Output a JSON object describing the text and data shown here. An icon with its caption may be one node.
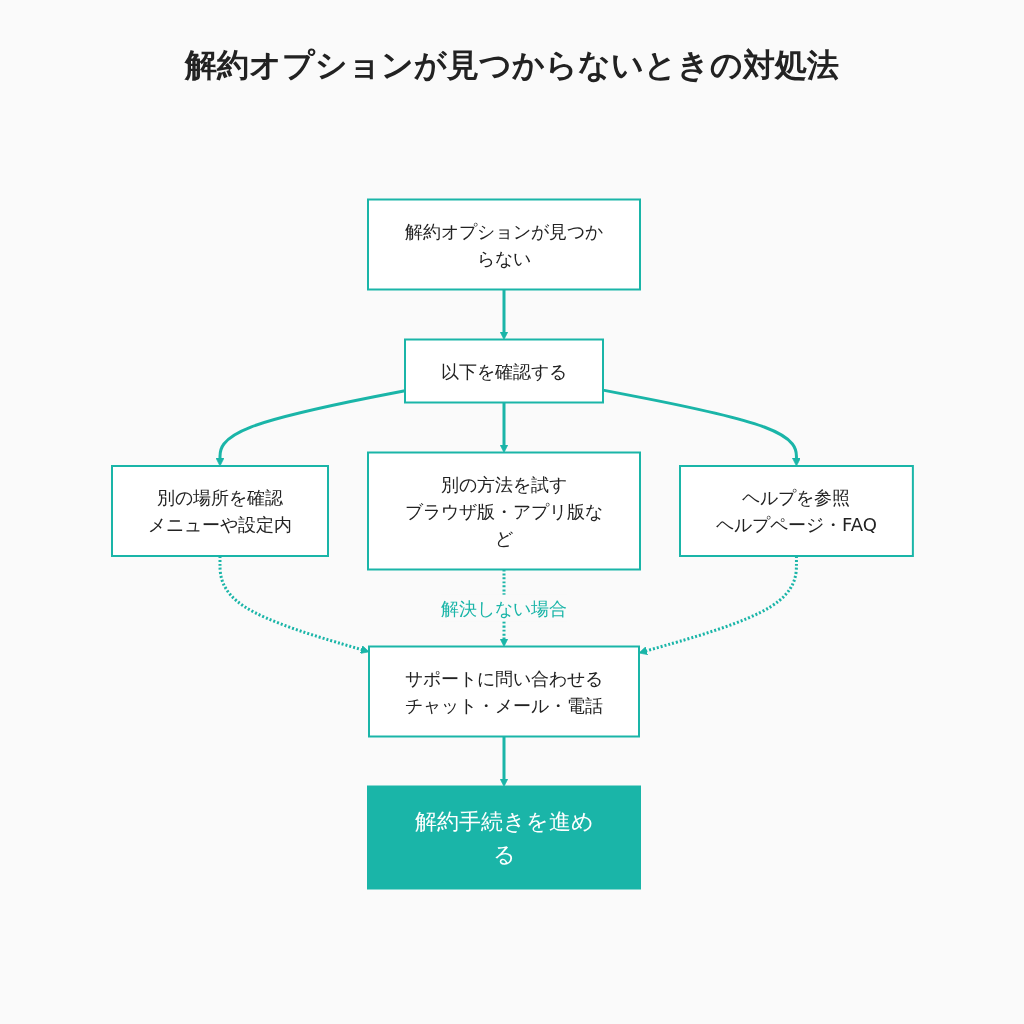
{
  "diagram": {
    "title": "解約オプションが見つからないときの対処法",
    "nodes": [
      {
        "text": [
          "解約オプションが見つからない"
        ]
      },
      {
        "text": [
          "以下を確認する"
        ]
      },
      {
        "text": [
          "別の場所を確認",
          "メニューや設定内"
        ]
      },
      {
        "text": [
          "別の方法を試す",
          "ブラウザ版・アプリ版など"
        ]
      },
      {
        "text": [
          "ヘルプを参照",
          "ヘルプページ・FAQ"
        ]
      },
      {
        "text": [
          "サポートに問い合わせる",
          "チャット・メール・電話"
        ]
      },
      {
        "text": [
          "解約手続きを進める"
        ]
      }
    ],
    "edges": [
      {
        "from": 0,
        "to": 1,
        "arrow": "to"
      },
      {
        "from": 1,
        "to": 2,
        "arrow": "to"
      },
      {
        "from": 1,
        "to": 3,
        "arrow": "to"
      },
      {
        "from": 1,
        "to": 4,
        "arrow": "to"
      },
      {
        "from": 2,
        "to": 5,
        "arrow": "to",
        "style": "dashed"
      },
      {
        "from": 3,
        "to": 5,
        "arrow": "to",
        "style": "dashed",
        "label": "解決しない場合"
      },
      {
        "from": 4,
        "to": 5,
        "arrow": "to",
        "style": "dashed"
      },
      {
        "from": 5,
        "to": 6,
        "arrow": "to"
      }
    ]
  }
}
